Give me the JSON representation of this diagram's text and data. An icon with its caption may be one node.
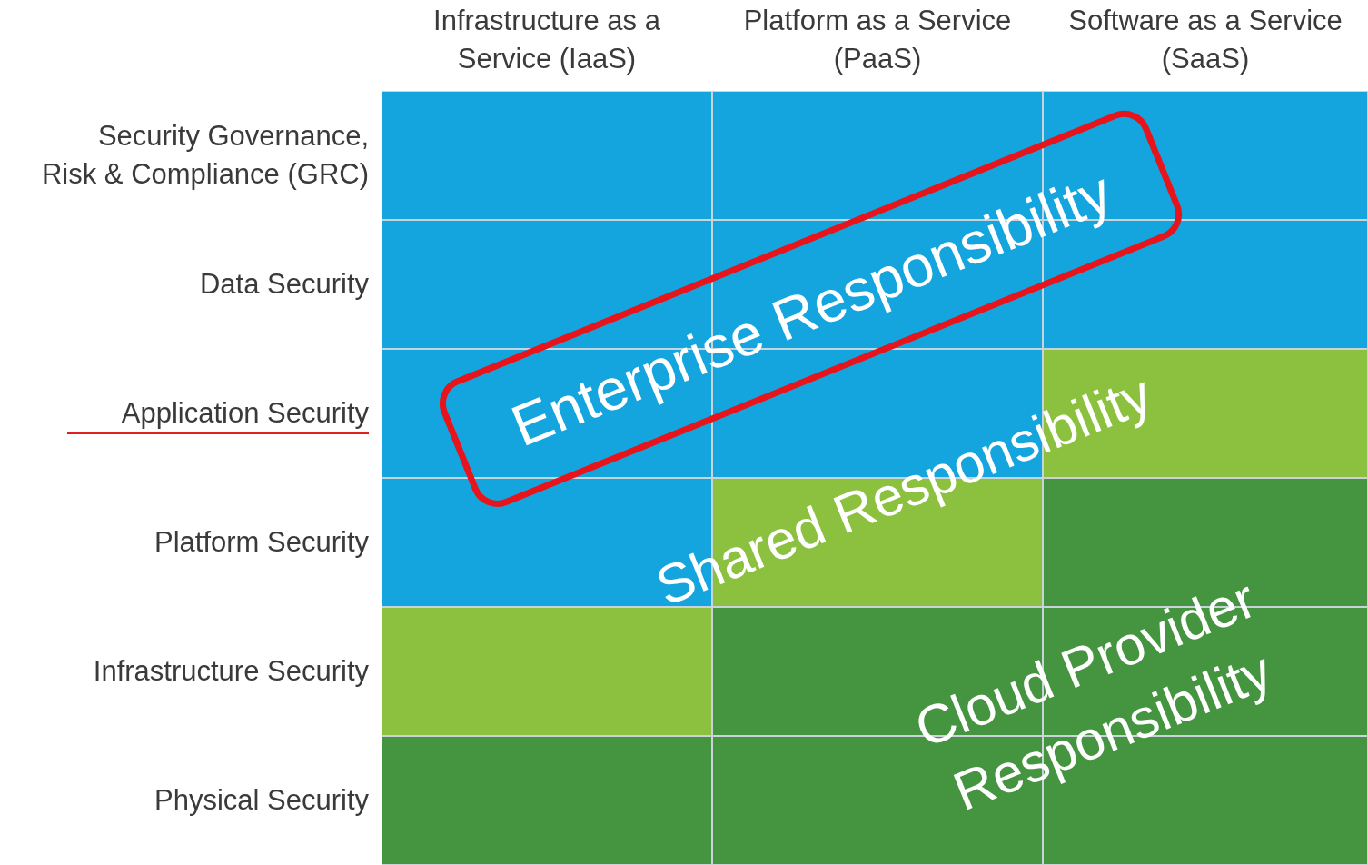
{
  "diagram": {
    "nodes": [
      {
        "text": [
          "Enterprise Responsibility"
        ]
      }
    ],
    "labels": [
      "Infrastructure as a Service (IaaS)",
      "Platform as a Service (PaaS)",
      "Software as a Service (SaaS)",
      "Security Governance, Risk & Compliance (GRC)",
      "Data Security",
      "Application Security",
      "Platform Security",
      "Infrastructure Security",
      "Physical Security",
      "Shared Responsibility",
      "Cloud Provider Responsibility"
    ]
  }
}
